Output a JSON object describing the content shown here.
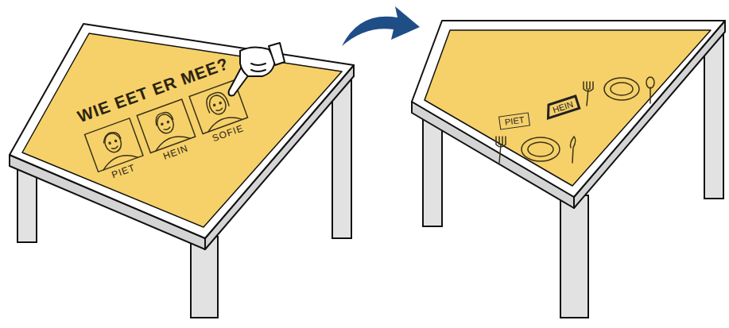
{
  "diagram": {
    "nodes": [
      {
        "text": [
          "PIET"
        ]
      },
      {
        "text": [
          "HEIN"
        ]
      }
    ],
    "labels": [
      "WIE EET ER MEE?",
      "PIET",
      "HEIN",
      "SOFIE"
    ]
  }
}
